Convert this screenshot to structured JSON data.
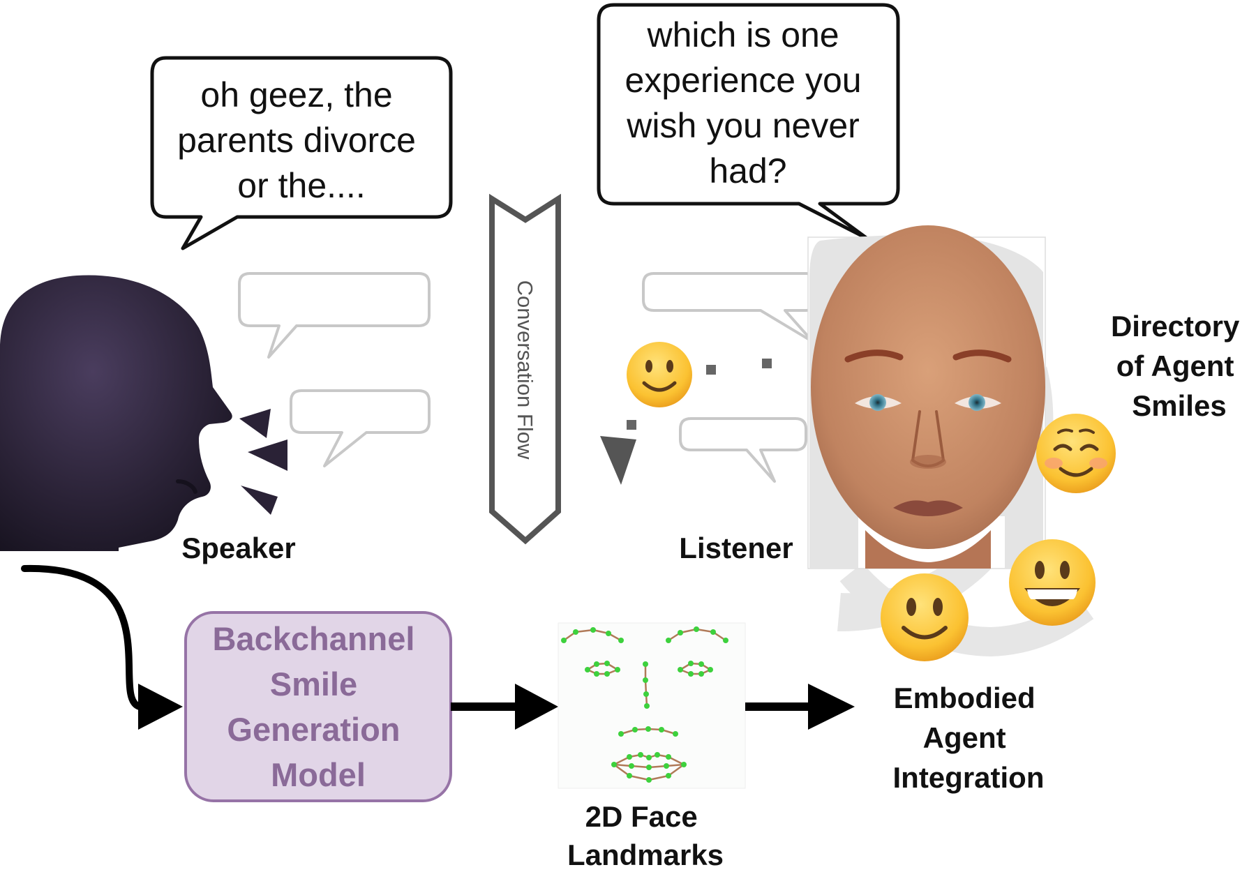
{
  "speaker_bubble": {
    "lines": [
      "oh geez, the",
      "parents divorce",
      "or the...."
    ]
  },
  "listener_bubble": {
    "lines": [
      "which is one",
      "experience you",
      "wish you never",
      "had?"
    ]
  },
  "conversation_flow": {
    "label": "Conversation Flow"
  },
  "speaker": {
    "label": "Speaker"
  },
  "listener": {
    "label": "Listener"
  },
  "directory": {
    "lines": [
      "Directory",
      "of Agent",
      "Smiles"
    ]
  },
  "model_box": {
    "lines": [
      "Backchannel",
      "Smile",
      "Generation",
      "Model"
    ]
  },
  "landmarks": {
    "lines": [
      "2D Face",
      "Landmarks"
    ]
  },
  "integration": {
    "lines": [
      "Embodied",
      "Agent",
      "Integration"
    ]
  },
  "icons": [
    "speaker-head-icon",
    "sound-waves-icon",
    "slight-smile-emoji-icon",
    "smiling-eyes-emoji-icon",
    "grinning-emoji-icon",
    "agent-face-image",
    "face-landmarks-image"
  ],
  "colors": {
    "model_fill": "#e1d5e7",
    "model_stroke": "#9673a6",
    "model_text": "#8a6a98",
    "landmark_point": "#3dd13d",
    "head": "#2a2236"
  }
}
